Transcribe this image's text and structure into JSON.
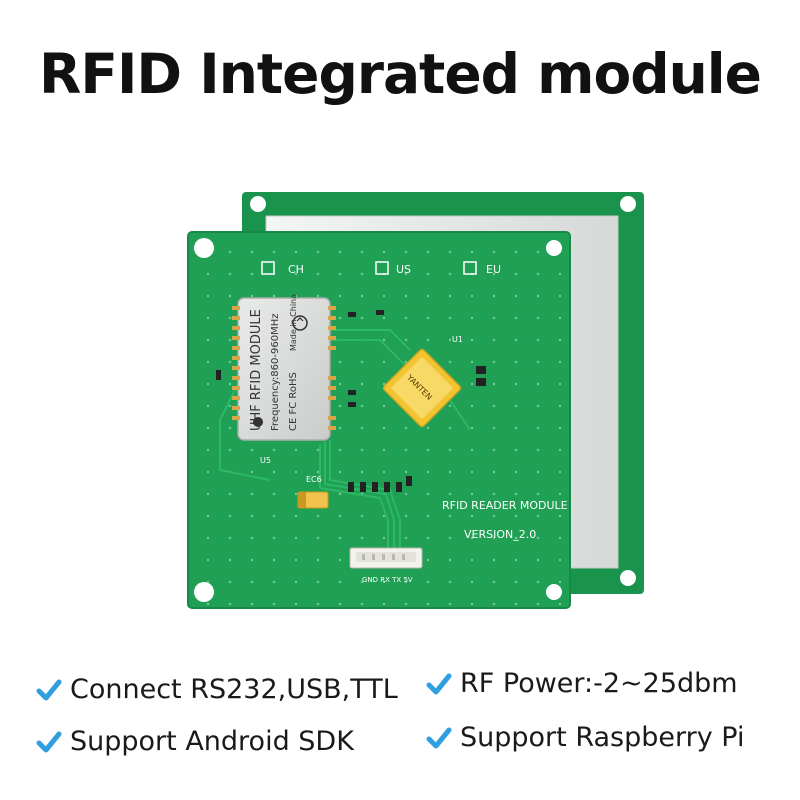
{
  "title": "RFID Integrated module",
  "board": {
    "checkbox_labels": [
      "CH",
      "US",
      "EU"
    ],
    "module_title": "UHF RFID MODULE",
    "module_frequency": "Frequency:860-960MHz",
    "module_certs": "CE FC RoHS",
    "module_origin": "Made in China",
    "chip_text": "YANTEN",
    "silk_u5": "U5",
    "silk_u1": "U1",
    "silk_ec6": "EC6",
    "reader_label": "RFID READER MODULE",
    "version_label": "VERSION_2.0",
    "connector_pins": "GND RX TX 5V"
  },
  "features": [
    "Connect RS232,USB,TTL",
    "RF Power:-2~25dbm",
    "Support Android SDK",
    "Support Raspberry Pi"
  ],
  "colors": {
    "pcb_green": "#1fa055",
    "pcb_edge": "#178a47",
    "antenna_white": "#eef0f0",
    "check_blue": "#2f9fe0",
    "chip_gold": "#f2c530"
  },
  "icons": {
    "feature_bullet": "checkmark-icon",
    "module_logo": "recycle-icon"
  }
}
